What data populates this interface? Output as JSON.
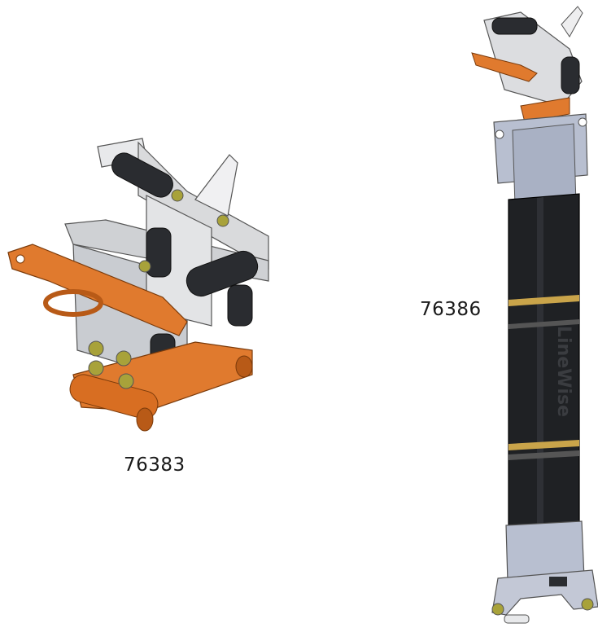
{
  "labels": {
    "part_a": "76383",
    "part_b": "76386"
  },
  "brand_mark": "LineWise",
  "colors": {
    "orange": "#e07a2e",
    "orange_dark": "#b85a17",
    "black_body": "#1f2124",
    "steel": "#d9dadc",
    "steel_dark": "#9a9ca0",
    "plate_blue": "#b8bfd0",
    "bolt": "#a8a23a",
    "band": "#c9a44a"
  }
}
